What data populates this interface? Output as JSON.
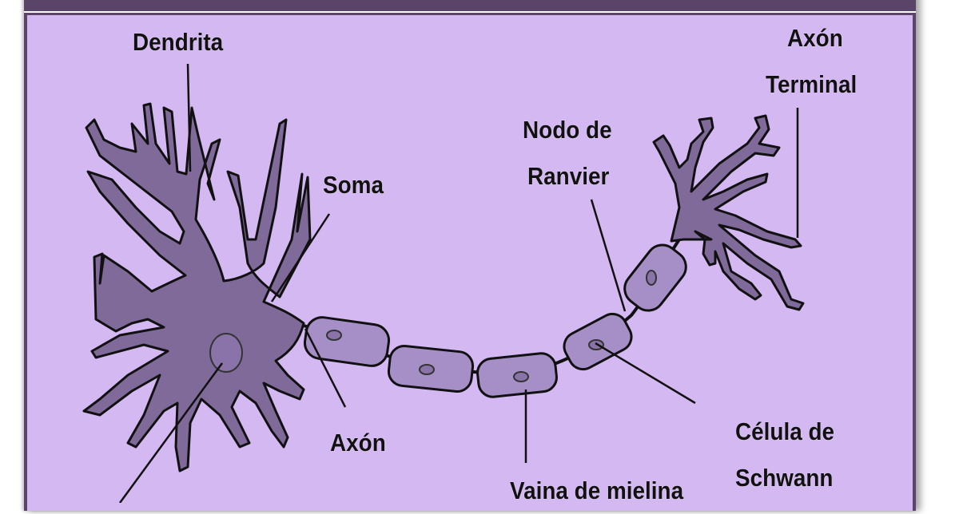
{
  "labels": {
    "dendrita": "Dendrita",
    "soma": "Soma",
    "axon": "Axón",
    "nodo_line1": "Nodo de",
    "nodo_line2": "Ranvier",
    "axon_terminal_line1": "Axón",
    "axon_terminal_line2": "Terminal",
    "celula_line1": "Célula de",
    "celula_line2": "Schwann",
    "vaina": "Vaina de mielina"
  },
  "colors": {
    "background": "#d4b8f2",
    "frame": "#5a4468",
    "neuron_fill": "#7f6a9a",
    "schwann_fill": "#a58fc6",
    "outline": "#111111"
  }
}
